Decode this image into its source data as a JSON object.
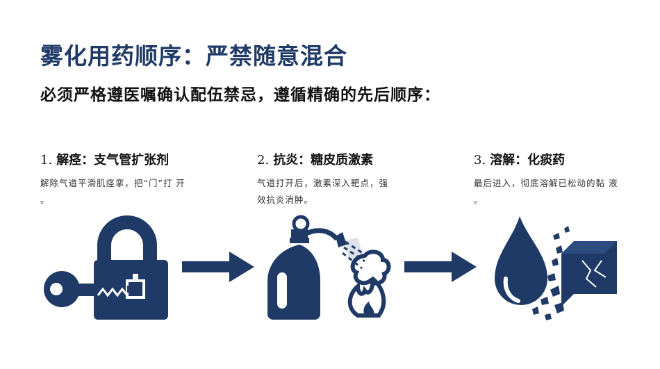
{
  "title": "雾化用药顺序：严禁随意混合",
  "subtitle": "必须严格遵医嘱确认配伍禁忌，遵循精确的先后顺序：",
  "steps": [
    {
      "num": "1.",
      "title": "解痉：支气管扩张剂",
      "desc": "解除气道平滑肌痉挛，把“门”打 开 。"
    },
    {
      "num": "2.",
      "title": "抗炎：糖皮质激素",
      "desc": "气道打开后，激素深入靶点，强效抗炎消肿。"
    },
    {
      "num": "3.",
      "title": "溶解：化痰药",
      "desc": "最后进入，彻底溶解已松动的黏 液 。"
    }
  ],
  "icons": {
    "step1": "padlock-key-icon",
    "step2": "fire-extinguisher-icon",
    "step3": "drop-dissolving-block-icon",
    "arrow": "arrow-right-icon"
  },
  "colors": {
    "primary": "#1f3a66",
    "text": "#111111"
  }
}
